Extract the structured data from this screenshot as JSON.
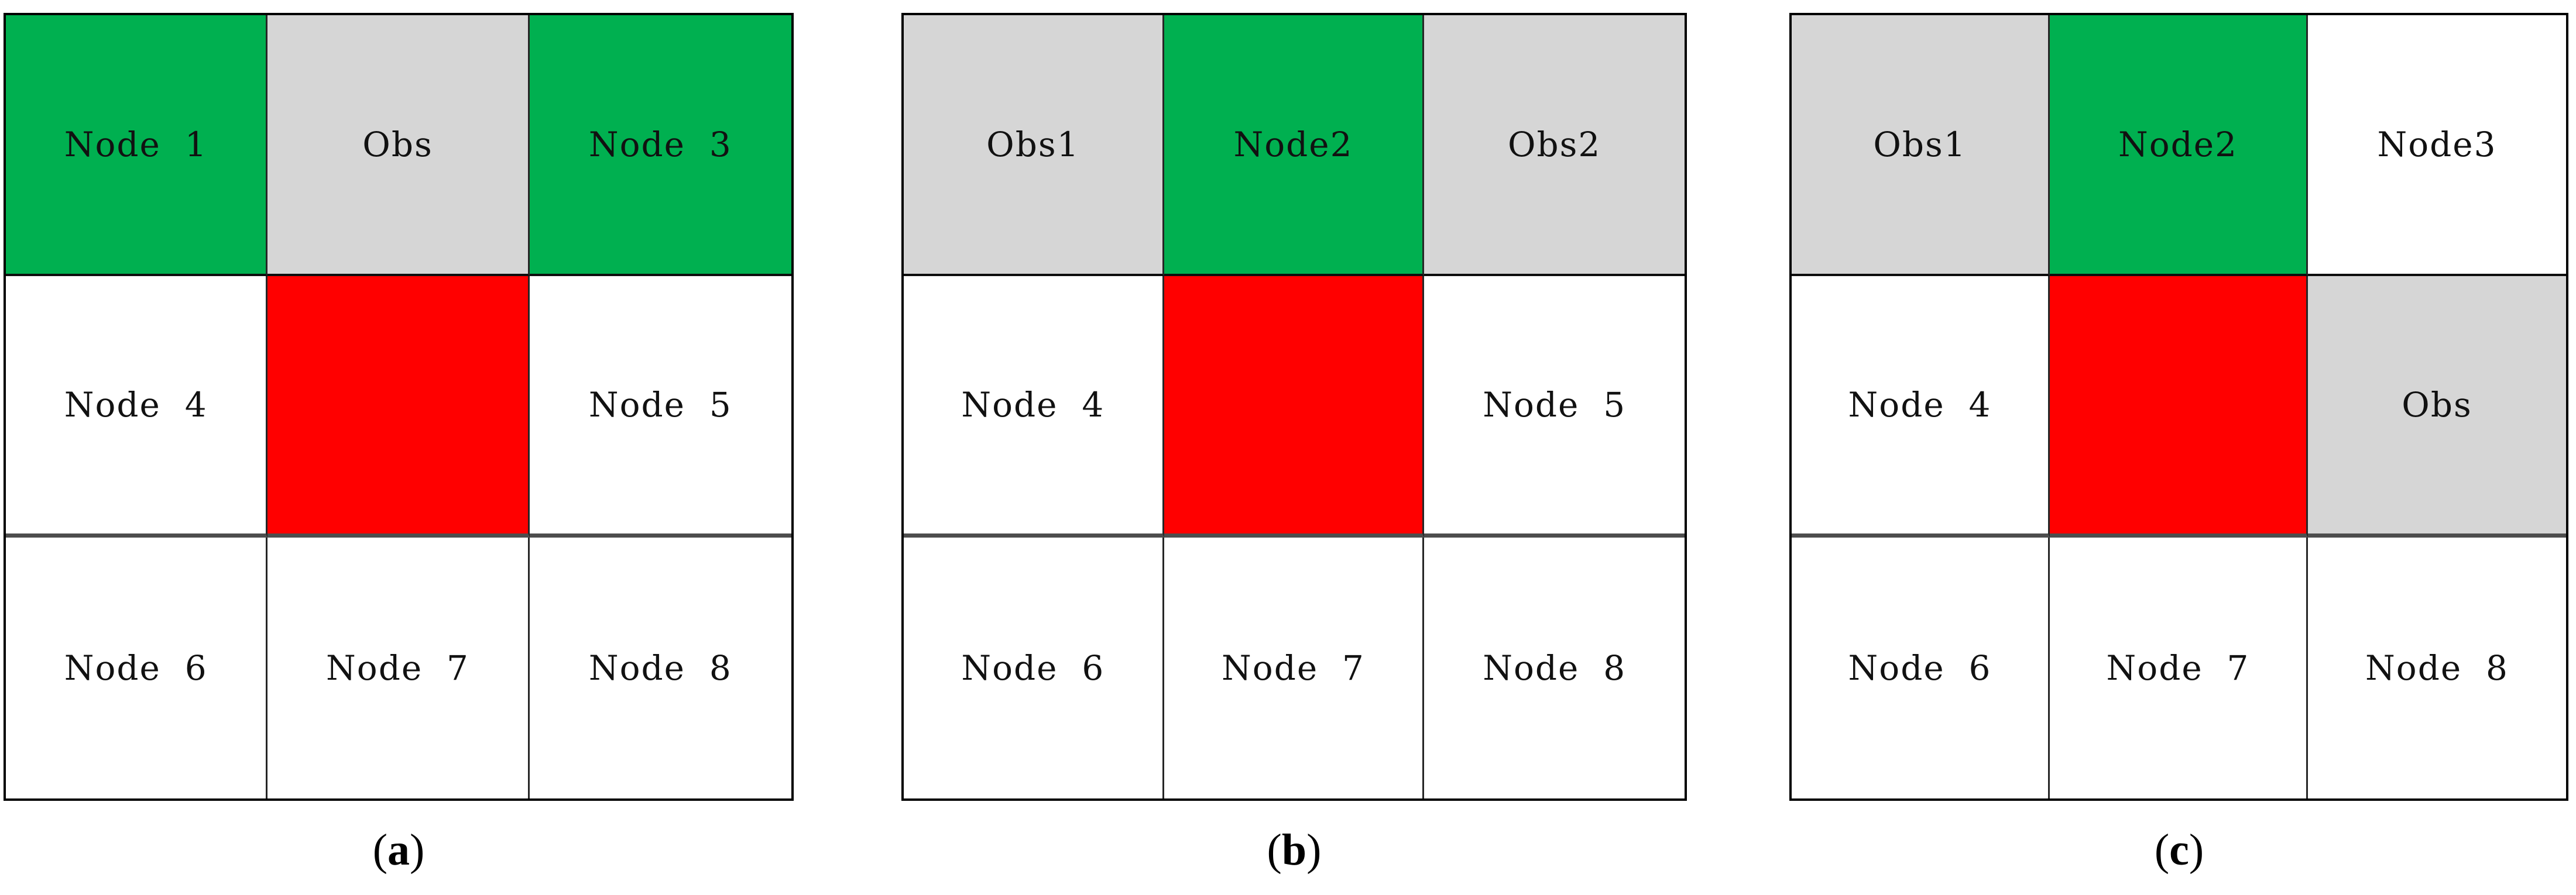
{
  "figure": {
    "description": "Three 3x3 node-grid subfigures",
    "colors": {
      "green": "#00B050",
      "gray": "#D6D6D6",
      "red": "#FF0000",
      "white": "#FFFFFF",
      "border": "#000000"
    },
    "grids": [
      {
        "id": "a",
        "caption": {
          "open": "(",
          "letter": "a",
          "close": ")"
        },
        "cells": [
          {
            "text": "Node  1",
            "bg": "#00B050"
          },
          {
            "text": "Obs",
            "bg": "#D6D6D6"
          },
          {
            "text": "Node  3",
            "bg": "#00B050"
          },
          {
            "text": "Node  4",
            "bg": "#FFFFFF"
          },
          {
            "text": "",
            "bg": "#FF0000"
          },
          {
            "text": "Node  5",
            "bg": "#FFFFFF"
          },
          {
            "text": "Node  6",
            "bg": "#FFFFFF"
          },
          {
            "text": "Node  7",
            "bg": "#FFFFFF"
          },
          {
            "text": "Node  8",
            "bg": "#FFFFFF"
          }
        ]
      },
      {
        "id": "b",
        "caption": {
          "open": "(",
          "letter": "b",
          "close": ")"
        },
        "cells": [
          {
            "text": "Obs1",
            "bg": "#D6D6D6"
          },
          {
            "text": "Node2",
            "bg": "#00B050"
          },
          {
            "text": "Obs2",
            "bg": "#D6D6D6"
          },
          {
            "text": "Node  4",
            "bg": "#FFFFFF"
          },
          {
            "text": "",
            "bg": "#FF0000"
          },
          {
            "text": "Node  5",
            "bg": "#FFFFFF"
          },
          {
            "text": "Node  6",
            "bg": "#FFFFFF"
          },
          {
            "text": "Node  7",
            "bg": "#FFFFFF"
          },
          {
            "text": "Node  8",
            "bg": "#FFFFFF"
          }
        ]
      },
      {
        "id": "c",
        "caption": {
          "open": "(",
          "letter": "c",
          "close": ")"
        },
        "cells": [
          {
            "text": "Obs1",
            "bg": "#D6D6D6"
          },
          {
            "text": "Node2",
            "bg": "#00B050"
          },
          {
            "text": "Node3",
            "bg": "#FFFFFF"
          },
          {
            "text": "Node  4",
            "bg": "#FFFFFF"
          },
          {
            "text": "",
            "bg": "#FF0000"
          },
          {
            "text": "Obs",
            "bg": "#D6D6D6"
          },
          {
            "text": "Node  6",
            "bg": "#FFFFFF"
          },
          {
            "text": "Node  7",
            "bg": "#FFFFFF"
          },
          {
            "text": "Node  8",
            "bg": "#FFFFFF"
          }
        ]
      }
    ]
  }
}
